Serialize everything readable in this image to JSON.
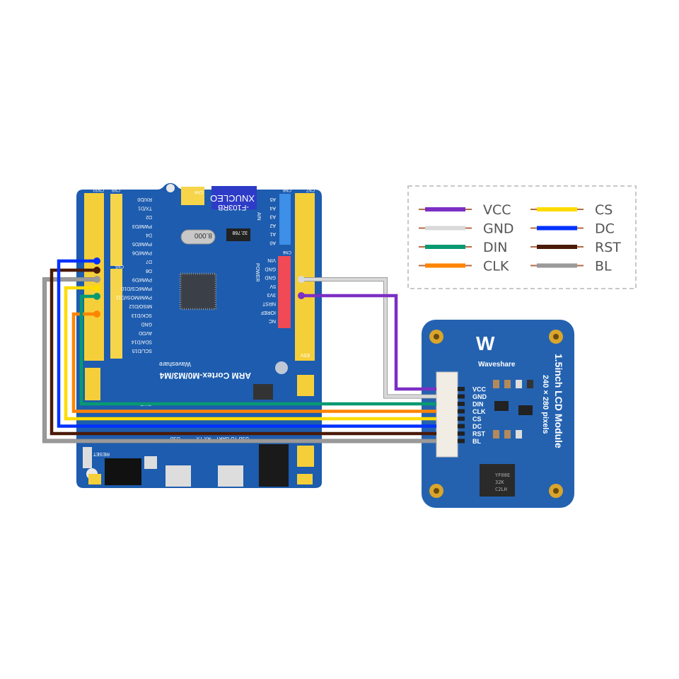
{
  "legend": {
    "items": [
      {
        "label": "VCC",
        "color": "#7b2fc4"
      },
      {
        "label": "GND",
        "color": "#d9d9d9"
      },
      {
        "label": "DIN",
        "color": "#079a72"
      },
      {
        "label": "CLK",
        "color": "#ff8400"
      },
      {
        "label": "CS",
        "color": "#ffdc00"
      },
      {
        "label": "DC",
        "color": "#0032ff"
      },
      {
        "label": "RST",
        "color": "#4a1a08"
      },
      {
        "label": "BL",
        "color": "#9a9a9a"
      }
    ]
  },
  "board": {
    "model": "XNUCLEO",
    "model_sub": "-F103RB",
    "title": "ARM Cortex-M0/M3/M4",
    "brand": "Waveshare",
    "crystal": "8.000",
    "crystal2": "32.768",
    "cn4": "CN4",
    "cn10": "CN10",
    "cn9": "CN9",
    "cn5": "CN5",
    "cn8": "CN8",
    "cn6": "CN6",
    "cn7": "CN7",
    "ain": "AIN",
    "power": "POWER",
    "digital_pins": [
      "RX/D0",
      "TX/D1",
      "D2",
      "PWM/D3",
      "D4",
      "PWM/D5",
      "PWM/D6",
      "D7",
      "D8",
      "PWM/D9",
      "PWM/CS/D10",
      "PWM/MOSI/D11",
      "MISO/D12",
      "SCK/D13",
      "GND",
      "AVDD",
      "SDA/D14",
      "SCL/D15"
    ],
    "analog_pins": [
      "A5",
      "A4",
      "A3",
      "A2",
      "A1",
      "A0"
    ],
    "power_pins": [
      "VIN",
      "GND",
      "GND",
      "5V",
      "3V3",
      "NRST",
      "IOREF",
      "NC"
    ],
    "e5v": "E5V",
    "pwr": "PWR",
    "reset": "RESET",
    "usb": "USB",
    "usb_uart": "USB TO UART",
    "rxtx": "RX TX"
  },
  "lcd": {
    "brand": "Waveshare",
    "title": "1.5inch LCD Module",
    "resolution": "240 × 280 pixels",
    "pins": [
      "VCC",
      "GND",
      "DIN",
      "CLK",
      "CS",
      "DC",
      "RST",
      "BL"
    ],
    "chip": [
      "YF08E",
      "32K",
      "C2LH"
    ]
  }
}
